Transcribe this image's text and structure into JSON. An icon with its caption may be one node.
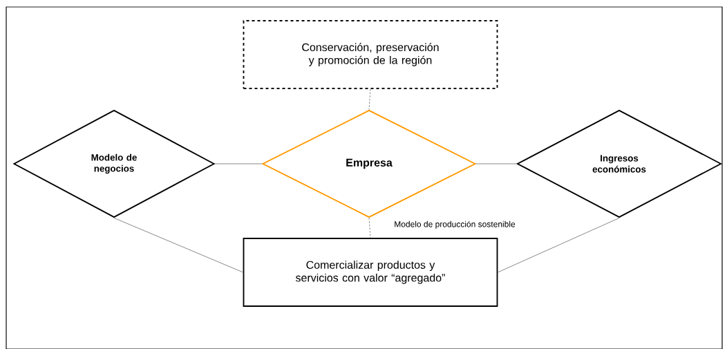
{
  "diagram": {
    "nodes": [
      {
        "text": [
          "Conservación, preservación y promoción de la región"
        ]
      },
      {
        "text": [
          "Modelo de negocios"
        ]
      },
      {
        "text": [
          "Empresa"
        ]
      },
      {
        "text": [
          "Ingresos económicos"
        ]
      },
      {
        "text": [
          "Comercializar productos y servicios con valor “agregado”"
        ]
      }
    ],
    "edges": [
      {
        "from": 0,
        "to": 2,
        "arrow": "none",
        "style": "dashed"
      },
      {
        "from": 1,
        "to": 2,
        "arrow": "none"
      },
      {
        "from": 2,
        "to": 3,
        "arrow": "none"
      },
      {
        "from": 2,
        "to": 4,
        "arrow": "none",
        "style": "dashed",
        "label": "Modelo de producción sostenible"
      },
      {
        "from": 1,
        "to": 4,
        "arrow": "none"
      },
      {
        "from": 3,
        "to": 4,
        "arrow": "none"
      }
    ]
  }
}
